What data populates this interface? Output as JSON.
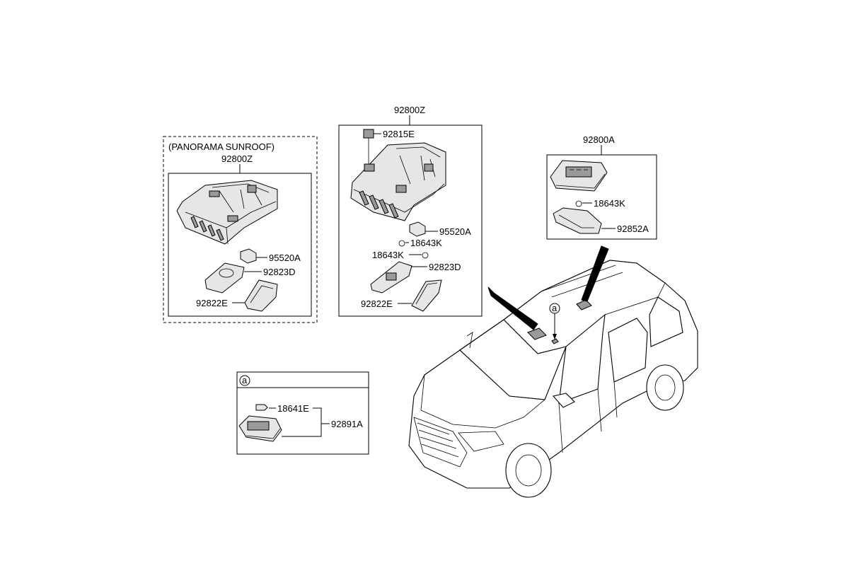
{
  "diagram": {
    "panorama_group": {
      "note": "(PANORAMA SUNROOF)",
      "assembly": "92800Z",
      "parts": [
        "95520A",
        "92823D",
        "92822E"
      ]
    },
    "center_group": {
      "assembly": "92800Z",
      "parts": [
        "92815E",
        "95520A",
        "18643K",
        "18643K",
        "92823D",
        "92822E"
      ]
    },
    "rear_group": {
      "assembly": "92800A",
      "parts": [
        "18643K",
        "92852A"
      ]
    },
    "detail_a": {
      "marker": "a",
      "parts": [
        "18641E",
        "92891A"
      ]
    },
    "vehicle": {
      "marker": "a"
    }
  }
}
